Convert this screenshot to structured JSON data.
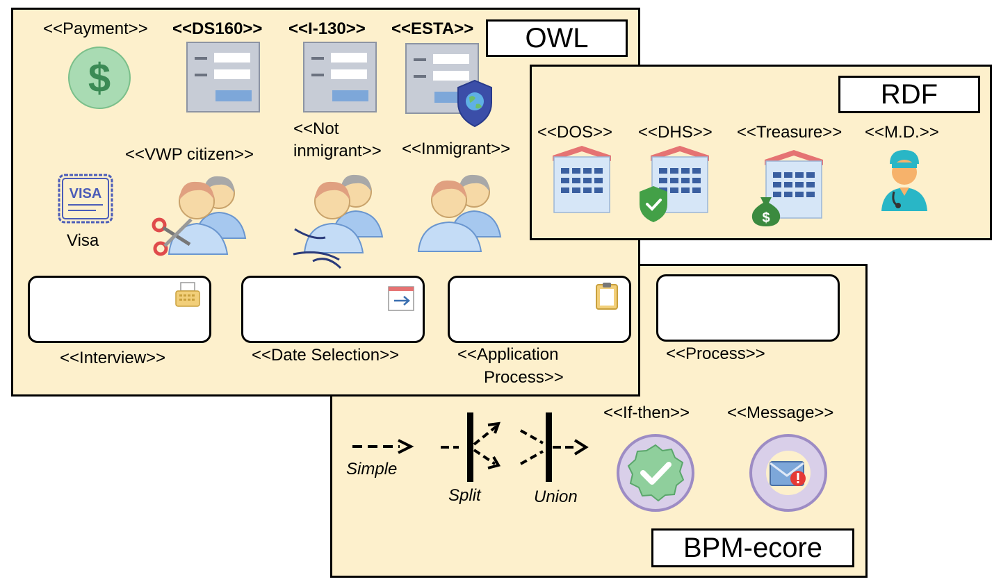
{
  "bpm": {
    "title": "BPM-ecore",
    "process_label": "<<Process>>",
    "flows": {
      "simple": "Simple",
      "split": "Split",
      "union": "Union"
    },
    "if_then_label": "<<If-then>>",
    "message_label": "<<Message>>"
  },
  "owl": {
    "title": "OWL",
    "payment_label": "<<Payment>>",
    "ds160_label": "<<DS160>>",
    "i130_label": "<<I-130>>",
    "esta_label": "<<ESTA>>",
    "vwp_label": "<<VWP citizen>>",
    "not_immigrant_label_1": "<<Not",
    "not_immigrant_label_2": "inmigrant>>",
    "immigrant_label": "<<Inmigrant>>",
    "visa_label": "Visa",
    "visa_badge_text": "VISA",
    "dollar_sign": "$",
    "interview_label": "<<Interview>>",
    "date_selection_label": "<<Date Selection>>",
    "application_process_label_1": "<<Application",
    "application_process_label_2": "Process>>"
  },
  "rdf": {
    "title": "RDF",
    "dos_label": "<<DOS>>",
    "dhs_label": "<<DHS>>",
    "treasure_label": "<<Treasure>>",
    "md_label": "<<M.D.>>",
    "money_bag_symbol": "$"
  },
  "colors": {
    "panel_bg": "#fdf0cc",
    "dollar_green": "#3b8a55",
    "form_gray": "#c7ccd6",
    "form_blue": "#7da7d9",
    "building_red": "#e57373",
    "window_blue": "#3a5fa0"
  }
}
